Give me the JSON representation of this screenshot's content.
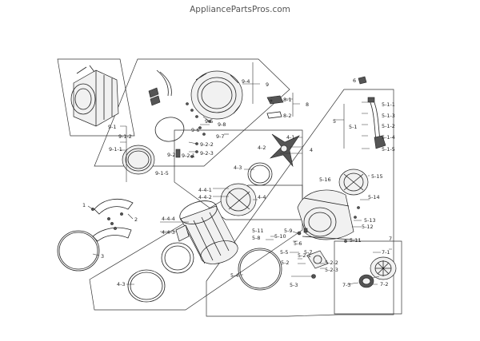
{
  "watermark": "AppliancePartsPros.com",
  "labels": {
    "p1": "1",
    "p2": "2",
    "p3": "3",
    "p4": "4",
    "p4_1": "4-1",
    "p4_2": "4-2",
    "p4_3": "4-3",
    "p4_4": "4-4",
    "p4_4_1": "4-4-1",
    "p4_4_2": "4-4-2",
    "p4_4_3": "4-4-3",
    "p4_4_4": "4-4-4",
    "p5": "5",
    "p5_1": "5-1",
    "p5_1_1": "5-1-1",
    "p5_1_2": "5-1-2",
    "p5_1_3": "5-1-3",
    "p5_1_4": "5-1-4",
    "p5_1_5": "5-1-5",
    "p5_2": "5-2",
    "p5_2_1": "5-2-1",
    "p5_2_2": "5-2-2",
    "p5_2_3": "5-2-3",
    "p5_3": "5-3",
    "p5_4": "5-4",
    "p5_5": "5-5",
    "p5_6": "5-6",
    "p5_7": "5-7",
    "p5_8": "5-8",
    "p5_9": "5-9",
    "p5_10": "5-10",
    "p5_11a": "5-11",
    "p5_11b": "5-11",
    "p5_12": "5-12",
    "p5_13": "5-13",
    "p5_14": "5-14",
    "p5_15": "5-15",
    "p5_16": "5-16",
    "p6": "6",
    "p7": "7",
    "p7_1": "7-1",
    "p7_2": "7-2",
    "p7_3": "7-3",
    "p8": "8",
    "p8_1": "8-1",
    "p8_2": "8-2",
    "p9": "9",
    "p9_1": "9-1",
    "p9_1_1": "9-1-1",
    "p9_1_2": "9-1-2",
    "p9_1_5": "9-1-5",
    "p9_2": "9-2",
    "p9_2_1": "9-2-1",
    "p9_2_2": "9-2-2",
    "p9_2_3": "9-2-3",
    "p9_4": "9-4",
    "p9_5": "9-5",
    "p9_6": "9-6",
    "p9_7": "9-7",
    "p9_8": "9-8"
  }
}
